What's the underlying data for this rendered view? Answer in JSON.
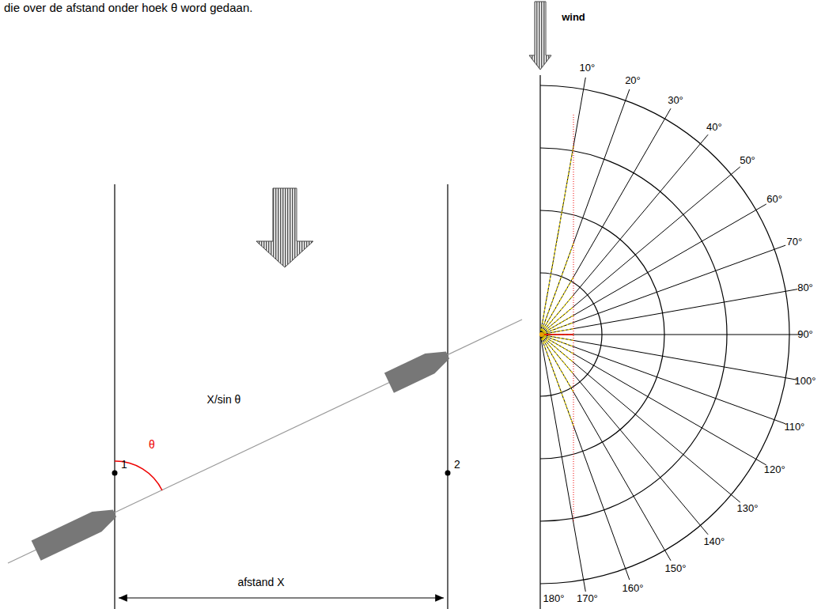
{
  "diagram": {
    "labels": [
      "die over de afstand onder hoek θ word gedaan.",
      "wind",
      "10°",
      "20°",
      "30°",
      "40°",
      "50°",
      "60°",
      "70°",
      "80°",
      "90°",
      "100°",
      "110°",
      "120°",
      "130°",
      "140°",
      "150°",
      "160°",
      "170°",
      "180°",
      "θ",
      "X/sin θ",
      "1",
      "2",
      "afstand X"
    ]
  }
}
